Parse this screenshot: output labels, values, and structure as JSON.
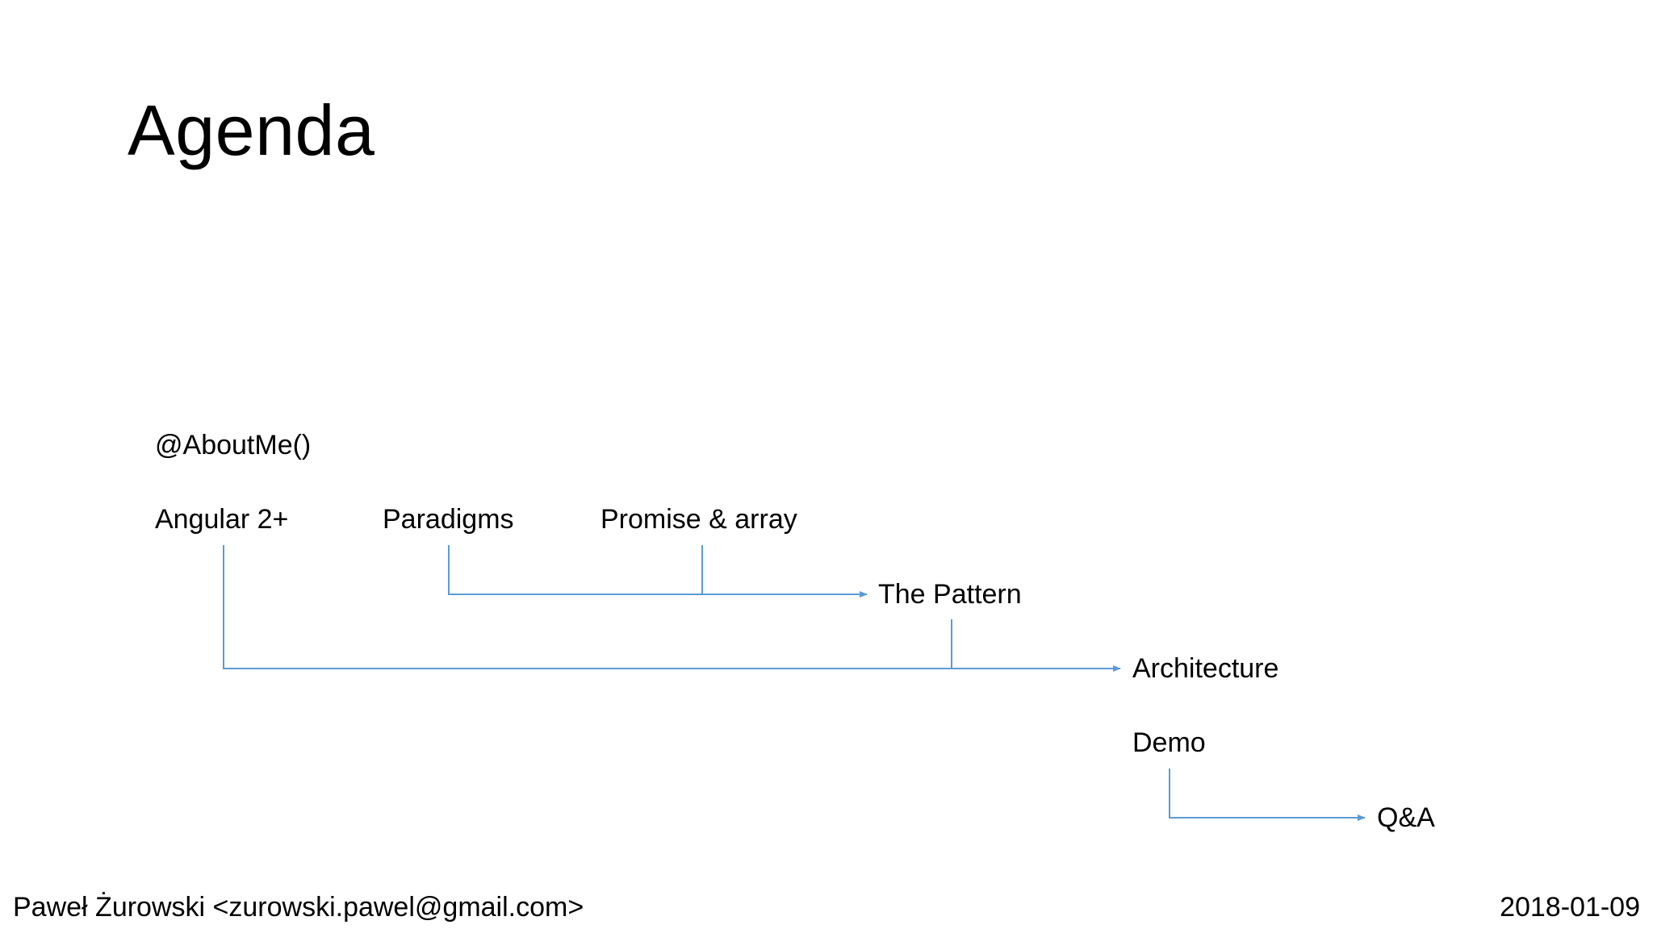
{
  "slide": {
    "title": "Agenda"
  },
  "agenda": {
    "about_me": "@AboutMe()",
    "angular": "Angular 2+",
    "paradigms": "Paradigms",
    "promise_array": "Promise & array",
    "the_pattern": "The Pattern",
    "architecture": "Architecture",
    "demo": "Demo",
    "qa": "Q&A"
  },
  "footer": {
    "author": "Paweł Żurowski <zurowski.pawel@gmail.com>",
    "date": "2018-01-09"
  },
  "colors": {
    "connector": "#5b9bd5",
    "text": "#000000",
    "background": "#ffffff"
  }
}
